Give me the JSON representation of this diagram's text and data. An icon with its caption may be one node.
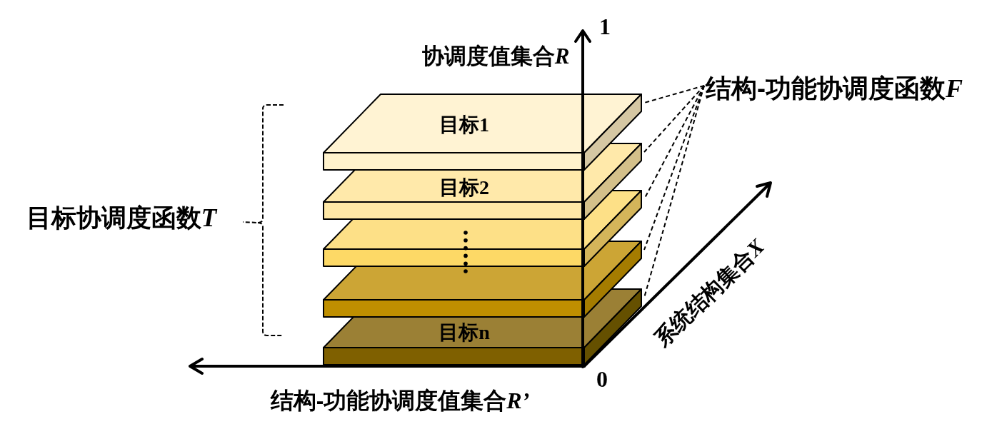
{
  "diagram": {
    "nodes": [
      {
        "text": [
          "目标1"
        ]
      },
      {
        "text": [
          "目标2"
        ]
      },
      {
        "text": [],
        "shape": "box"
      },
      {
        "text": [],
        "shape": "box"
      },
      {
        "text": [
          "目标n"
        ]
      },
      {
        "text": [
          "结构-功能协调度函数F"
        ]
      }
    ],
    "edges": [
      {
        "from": 5,
        "to": 0,
        "arrow": "none",
        "style": "dashed"
      },
      {
        "from": 5,
        "to": 1,
        "arrow": "none",
        "style": "dashed"
      },
      {
        "from": 5,
        "to": 2,
        "arrow": "none",
        "style": "dashed"
      },
      {
        "from": 5,
        "to": 3,
        "arrow": "none",
        "style": "dashed"
      },
      {
        "from": 5,
        "to": 4,
        "arrow": "none",
        "style": "dashed"
      }
    ],
    "labels": [
      "1",
      "协调度值集合R",
      "目标协调度函数T",
      "系统结构集合X",
      "0",
      "结构-功能协调度值集合R’"
    ]
  }
}
